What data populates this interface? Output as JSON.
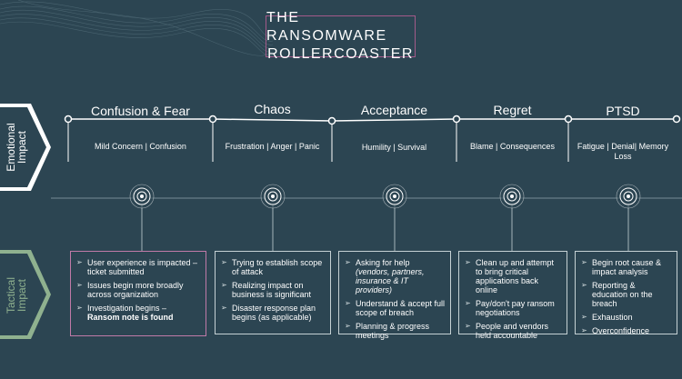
{
  "title": {
    "line1": "THE RANSOMWARE",
    "line2": "ROLLERCOASTER"
  },
  "rows": {
    "emotional": "Emotional Impact",
    "tactical": "Tactical Impact"
  },
  "stages": [
    {
      "name": "Confusion & Fear",
      "emotions": "Mild Concern | Confusion"
    },
    {
      "name": "Chaos",
      "emotions": "Frustration | Anger | Panic"
    },
    {
      "name": "Acceptance",
      "emotions": "Humility | Survival"
    },
    {
      "name": "Regret",
      "emotions": "Blame | Consequences"
    },
    {
      "name": "PTSD",
      "emotions": "Fatigue | Denial| Memory Loss"
    }
  ],
  "tactical": [
    [
      {
        "text": "User experience is impacted – ticket submitted"
      },
      {
        "text": "Issues begin more broadly across organization"
      },
      {
        "pre": "Investigation begins – ",
        "bold": "Ransom note is found"
      }
    ],
    [
      {
        "text": "Trying to establish scope of attack"
      },
      {
        "text": "Realizing impact on business is significant"
      },
      {
        "text": "Disaster response plan begins (as applicable)"
      }
    ],
    [
      {
        "pre": "Asking for help ",
        "italic": "(vendors, partners, insurance & IT providers)"
      },
      {
        "text": "Understand & accept full scope of breach"
      },
      {
        "text": "Planning & progress meetings"
      }
    ],
    [
      {
        "text": "Clean up and attempt to bring critical applications back online"
      },
      {
        "text": "Pay/don't pay ransom negotiations"
      },
      {
        "text": "People and vendors held accountable"
      }
    ],
    [
      {
        "text": "Begin root cause & impact analysis"
      },
      {
        "text": "Reporting & education on the breach"
      },
      {
        "text": "Exhaustion"
      },
      {
        "text": "Overconfidence"
      }
    ]
  ],
  "colors": {
    "background": "#2c4552",
    "accent": "#a35a8a",
    "tab": "#ffffff",
    "tab_tactical": "#8fb18f"
  }
}
